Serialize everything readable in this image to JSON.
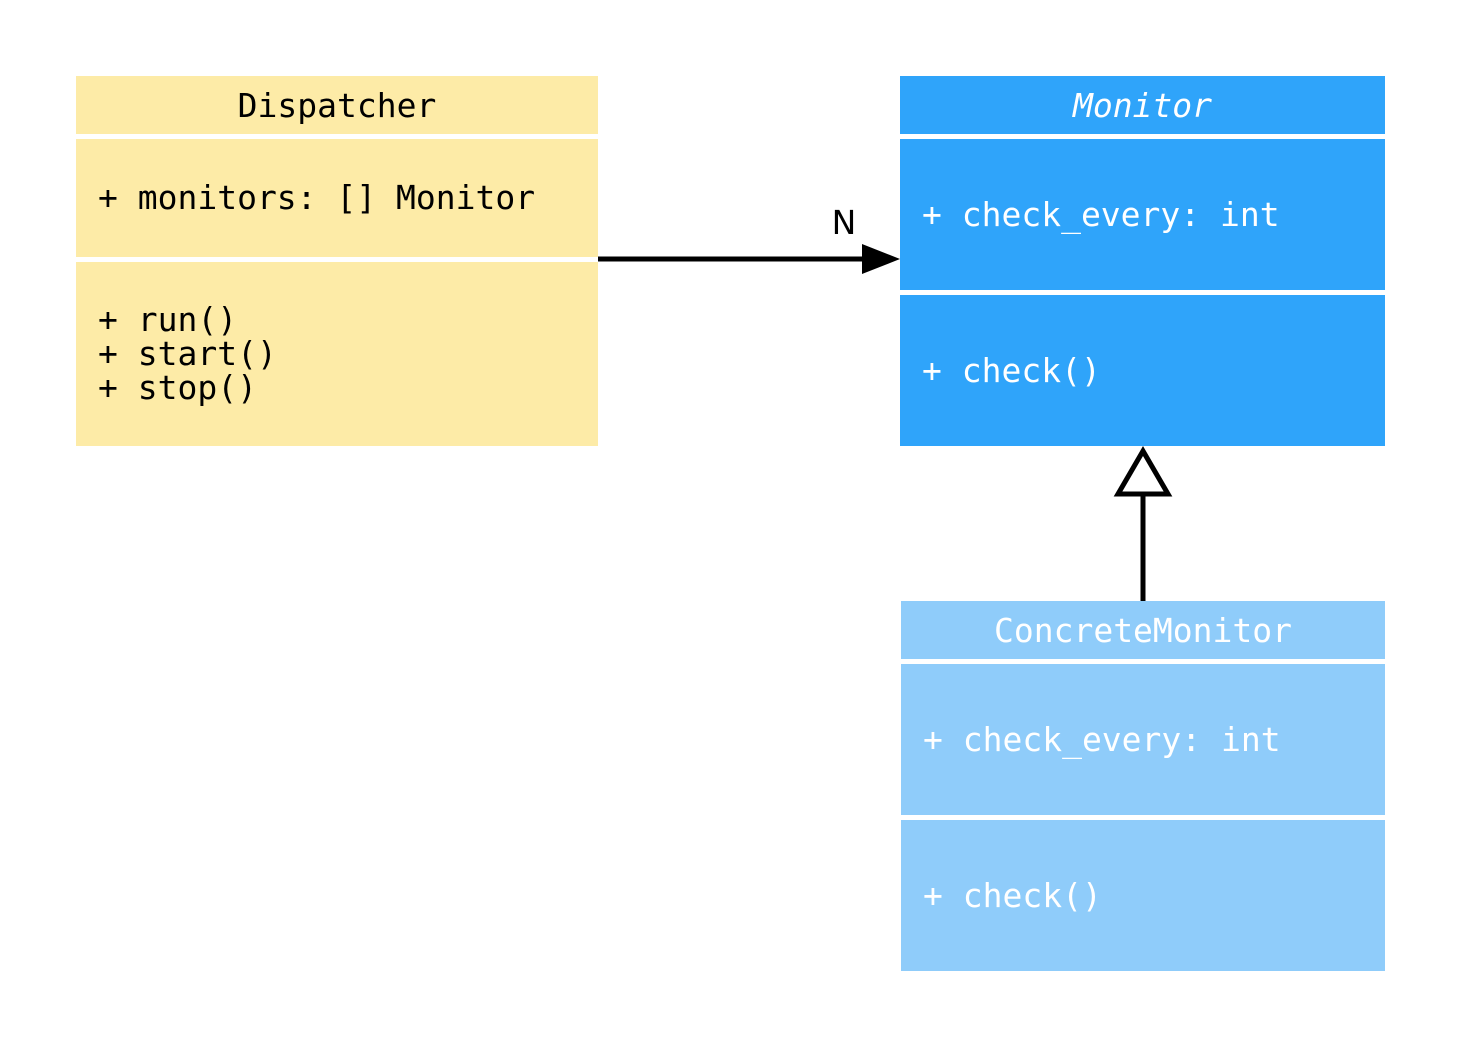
{
  "diagram": {
    "kind": "uml-class-diagram",
    "background": "#FFFFFF",
    "connector_color": "#000000"
  },
  "classes": [
    {
      "name": "Dispatcher",
      "abstract": false,
      "fill": "#FDEBA7",
      "text_color": "#000000",
      "attributes": [
        "+ monitors: [] Monitor"
      ],
      "methods": [
        "+ run()",
        "+ start()",
        "+ stop()"
      ]
    },
    {
      "name": "Monitor",
      "abstract": true,
      "fill": "#2FA4FA",
      "text_color": "#FFFFFF",
      "attributes": [
        "+ check_every: int"
      ],
      "methods": [
        "+ check()"
      ]
    },
    {
      "name": "ConcreteMonitor",
      "abstract": false,
      "fill": "#8FCCFA",
      "text_color": "#FFFFFF",
      "attributes": [
        "+ check_every: int"
      ],
      "methods": [
        "+ check()"
      ]
    }
  ],
  "relationships": [
    {
      "type": "association",
      "from": "Dispatcher",
      "to": "Monitor",
      "label": "N"
    },
    {
      "type": "inheritance",
      "from": "ConcreteMonitor",
      "to": "Monitor",
      "label": ""
    }
  ]
}
